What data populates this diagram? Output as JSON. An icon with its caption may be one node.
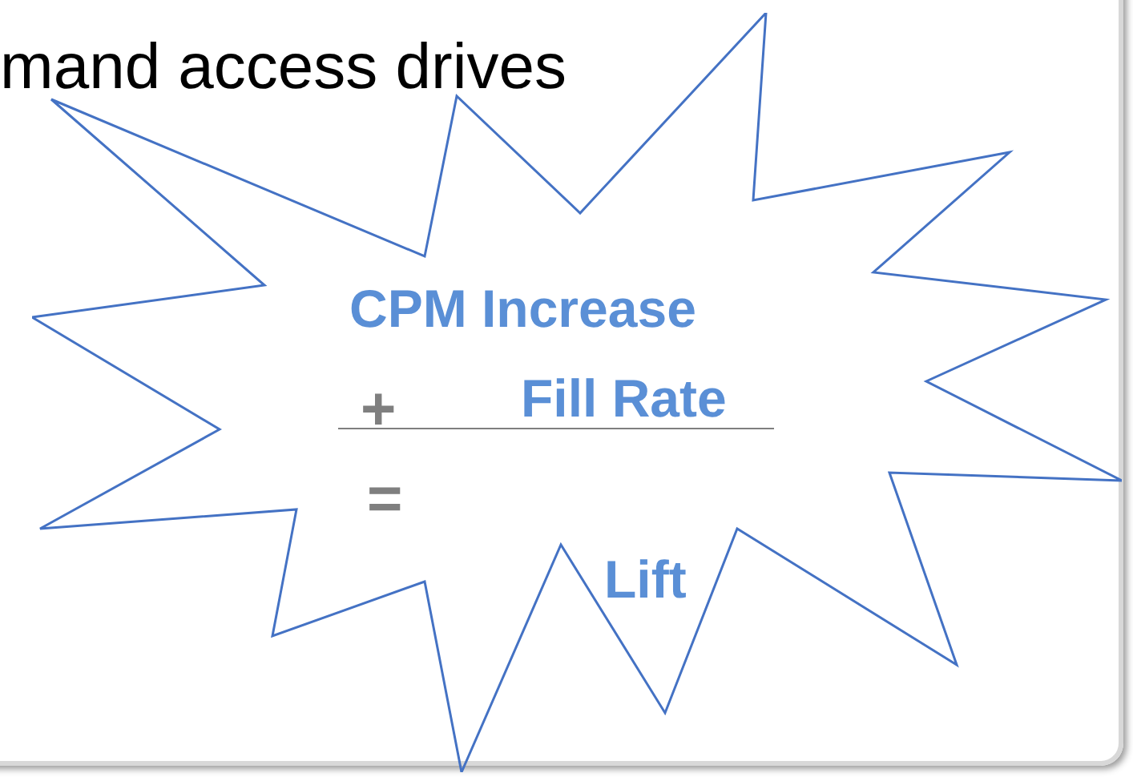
{
  "diagram": {
    "nodes": [
      {
        "text": [
          "CPM Increase",
          "+",
          "Fill Rate",
          "=",
          "Lift"
        ]
      }
    ],
    "edges": [],
    "labels": [
      "mand access drives"
    ]
  }
}
